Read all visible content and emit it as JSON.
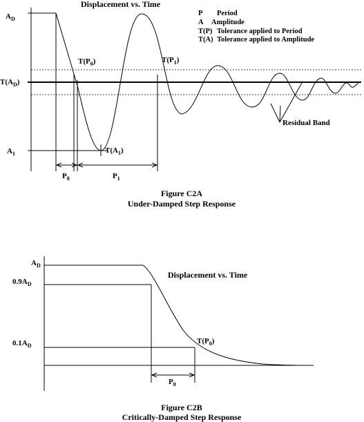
{
  "figure_a": {
    "title": "Displacement  vs.  Time",
    "legend": [
      {
        "key": "P",
        "desc": "Period"
      },
      {
        "key": "A",
        "desc": "Amplitude"
      },
      {
        "key": "T(P)",
        "desc": "Tolerance applied to Period"
      },
      {
        "key": "T(A)",
        "desc": "Tolerance applied to Amplitude"
      }
    ],
    "labels": {
      "a_d": "A",
      "a_d_sub": "D",
      "t_a_d": "T(A",
      "t_a_d_sub": "D",
      "t_a_d_close": ")",
      "a_1": "A",
      "a_1_sub": "1",
      "t_p0": "T(P",
      "t_p0_sub": "0",
      "t_p0_close": ")",
      "t_p1": "T(P",
      "t_p1_sub": "1",
      "t_p1_close": ")",
      "t_a1": "T(A",
      "t_a1_sub": "1",
      "t_a1_close": ")",
      "p0": "P",
      "p0_sub": "0",
      "p1": "P",
      "p1_sub": "1",
      "residual_band": "Residual Band"
    },
    "caption_line1": "Figure C2A",
    "caption_line2": "Under-Damped Step Response"
  },
  "figure_b": {
    "title": "Displacement  vs.  Time",
    "labels": {
      "a_d": "A",
      "a_d_sub": "D",
      "a_09": "0.9A",
      "a_09_sub": "D",
      "a_01": "0.1A",
      "a_01_sub": "D",
      "t_p0": "T(P",
      "t_p0_sub": "0",
      "t_p0_close": ")",
      "p0": "P",
      "p0_sub": "0"
    },
    "caption_line1": "Figure C2B",
    "caption_line2": "Critically-Damped Step Response"
  }
}
